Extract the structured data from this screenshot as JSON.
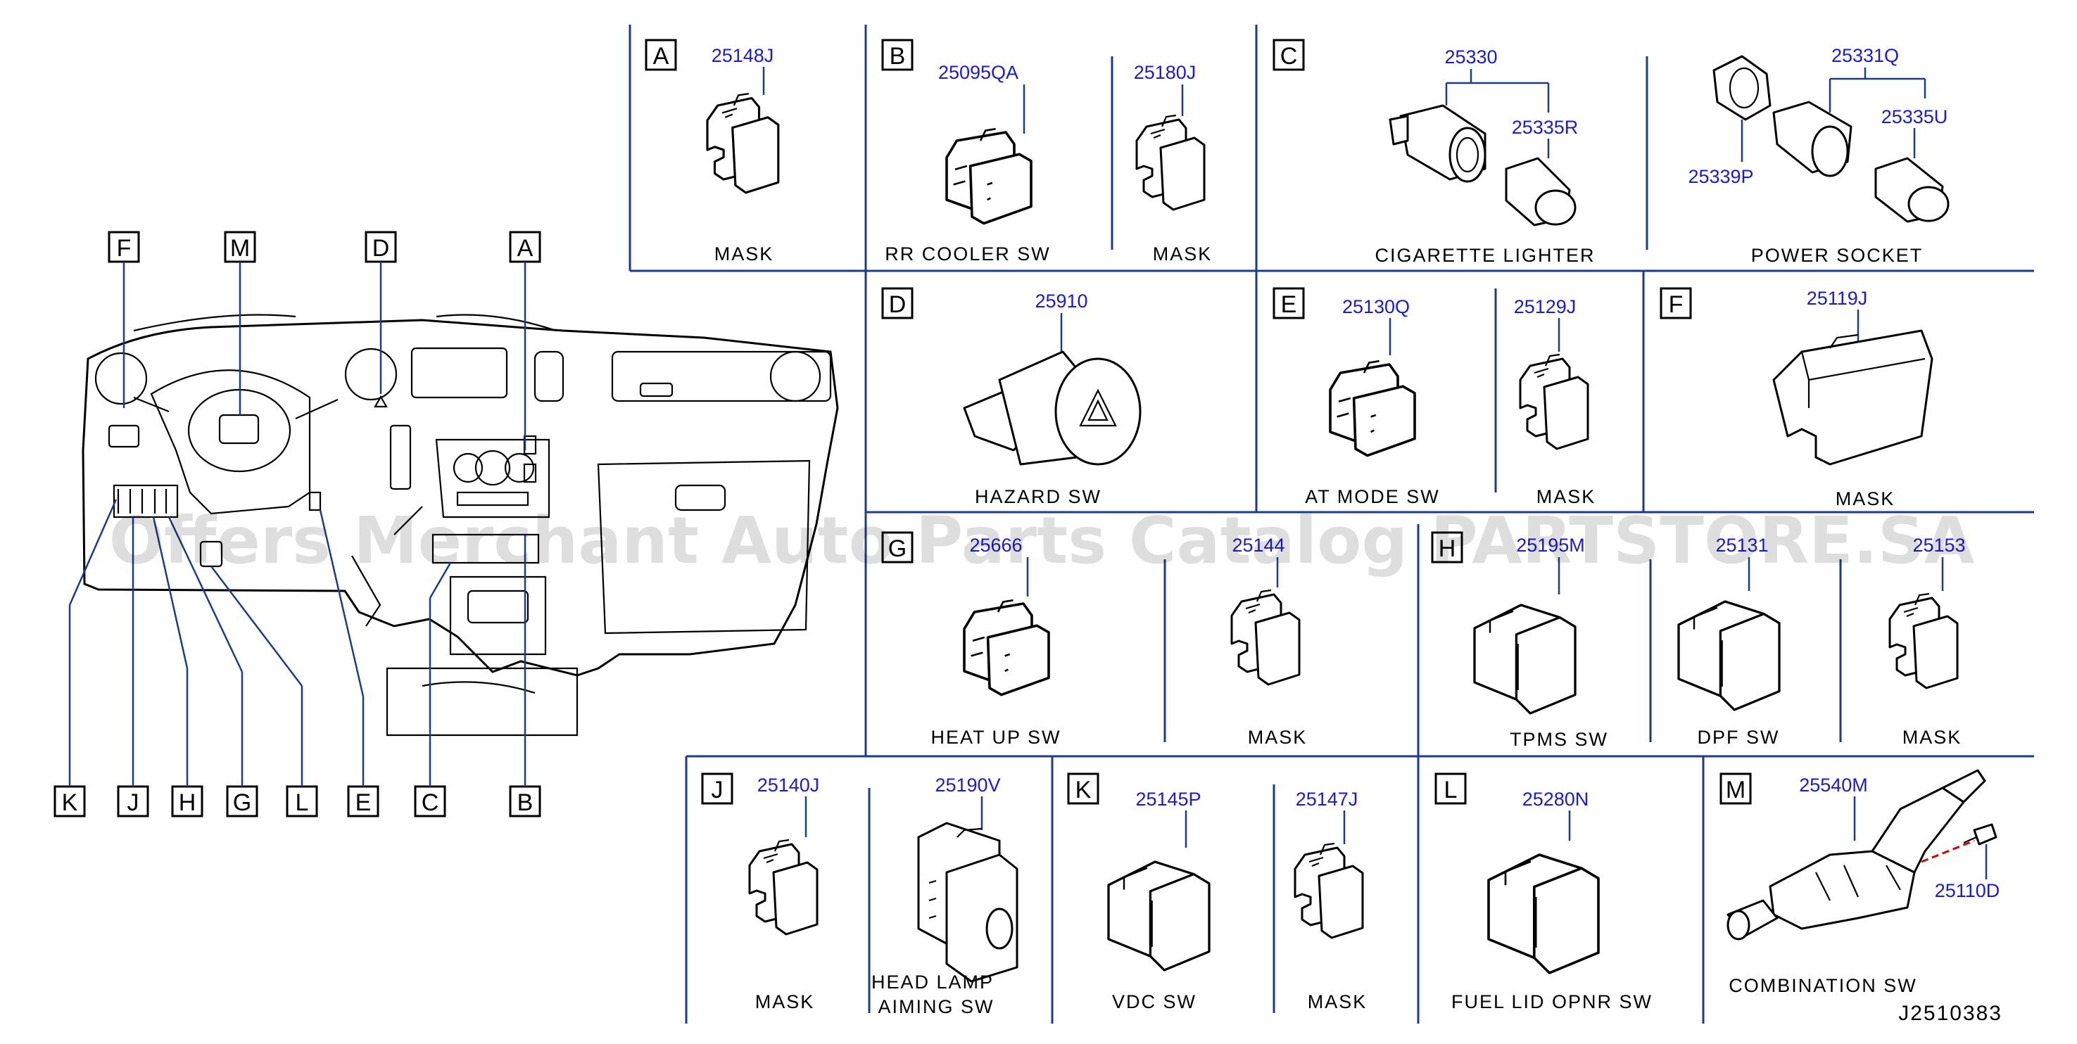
{
  "watermark": "Offers Merchant Auto Parts Catalog PARTSTORE.SA",
  "drawing_code": "J2510383",
  "dashboard_callouts": [
    "F",
    "M",
    "D",
    "A",
    "K",
    "J",
    "H",
    "G",
    "L",
    "E",
    "C",
    "B"
  ],
  "sections": {
    "A": {
      "letter": "A",
      "parts": [
        {
          "number": "25148J",
          "caption": "MASK"
        }
      ]
    },
    "B": {
      "letter": "B",
      "parts": [
        {
          "number": "25095QA",
          "caption": "RR   COOLER   SW"
        },
        {
          "number": "25180J",
          "caption": "MASK"
        }
      ]
    },
    "C": {
      "letter": "C",
      "parts": [
        {
          "number": "25330"
        },
        {
          "number": "25335R"
        },
        {
          "number": "25331Q"
        },
        {
          "number": "25335U"
        },
        {
          "number": "25339P"
        }
      ],
      "captions": [
        "CIGARETTE   LIGHTER",
        "POWER   SOCKET"
      ]
    },
    "D": {
      "letter": "D",
      "parts": [
        {
          "number": "25910",
          "caption": "HAZARD   SW"
        }
      ]
    },
    "E": {
      "letter": "E",
      "parts": [
        {
          "number": "25130Q",
          "caption": "AT   MODE   SW"
        },
        {
          "number": "25129J",
          "caption": "MASK"
        }
      ]
    },
    "F": {
      "letter": "F",
      "parts": [
        {
          "number": "25119J",
          "caption": "MASK"
        }
      ]
    },
    "G": {
      "letter": "G",
      "parts": [
        {
          "number": "25666",
          "caption": "HEAT   UP   SW"
        },
        {
          "number": "25144",
          "caption": "MASK"
        }
      ]
    },
    "H": {
      "letter": "H",
      "parts": [
        {
          "number": "25195M",
          "caption": "TPMS   SW"
        },
        {
          "number": "25131",
          "caption": "DPF   SW"
        },
        {
          "number": "25153",
          "caption": "MASK"
        }
      ]
    },
    "J": {
      "letter": "J",
      "parts": [
        {
          "number": "25140J",
          "caption": "MASK"
        },
        {
          "number": "25190V",
          "caption": "HEAD   LAMP",
          "caption2": "AIMING   SW"
        }
      ]
    },
    "K": {
      "letter": "K",
      "parts": [
        {
          "number": "25145P",
          "caption": "VDC   SW"
        },
        {
          "number": "25147J",
          "caption": "MASK"
        }
      ]
    },
    "L": {
      "letter": "L",
      "parts": [
        {
          "number": "25280N",
          "caption": "FUEL   LID   OPNR   SW"
        }
      ]
    },
    "M": {
      "letter": "M",
      "parts": [
        {
          "number": "25540M",
          "caption": "COMBINATION   SW"
        },
        {
          "number": "25110D"
        }
      ]
    }
  },
  "colors": {
    "grid": "#1c3b8f",
    "part_number": "#1a1ad8",
    "ink": "#000000"
  }
}
